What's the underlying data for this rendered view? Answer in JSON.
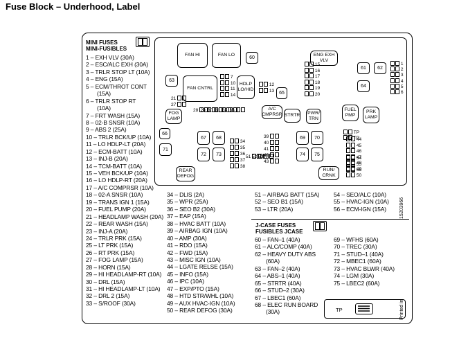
{
  "page_title": "Fuse Block – Underhood, Label",
  "headers": {
    "mini_en": "MINI FUSES",
    "mini_fr": "MINI-FUSIBLES",
    "jcase_en": "J-CASE FUSES",
    "jcase_fr": "FUSIBLES JCASE"
  },
  "list_col1": [
    "1 – EXH VLV (30A)",
    "2 – ESC/ALC EXH (30A)",
    "3 – TRLR STOP LT (10A)",
    "4 – ENG (15A)",
    "5 – ECM/THROT CONT",
    "(15A)",
    "6 – TRLR STOP RT",
    "(10A)",
    "7 – FRT WASH (15A)",
    "8 – 02-B SNSR (10A)",
    "9 – ABS 2 (25A)",
    "10 – TRLR BCK/UP (10A)",
    "11 – LO HDLP-LT (20A)",
    "12 – ECM-BATT (10A)",
    "13 – INJ-B (20A)",
    "14 – TCM-BATT (10A)",
    "15 – VEH BCK/UP (10A)",
    "16 – LO HDLP-RT (20A)",
    "17 – A/C COMPRSR (10A)",
    "18 – 02-A SNSR (10A)",
    "19 – TRANS IGN 1 (15A)",
    "20 – FUEL PUMP (20A)",
    "21 – HEADLAMP WASH (20A)",
    "22 – REAR WASH (15A)",
    "23 – INJ-A (20A)",
    "24 – TRLR PRK (15A)",
    "25 – LT PRK (15A)",
    "26 – RT PRK (15A)",
    "27 – FOG LAMP (15A)",
    "28 – HORN (15A)",
    "29 – HI HEADLAMP-RT (10A)",
    "30 – DRL (15A)",
    "31 – HI HEADLAMP-LT (10A)",
    "32 – DRL 2 (15A)",
    "33 – S/ROOF (30A)"
  ],
  "list_col2": [
    "34 – DLIS (2A)",
    "35 – WPR (25A)",
    "36 – SEO B2 (30A)",
    "37 – EAP (15A)",
    "38 – HVAC BATT (10A)",
    "39 – AIRBAG IGN (10A)",
    "40 – AMP (30A)",
    "41 – RDO (15A)",
    "42 – FWD (15A)",
    "43 – MISC IGN (10A)",
    "44 – LGATE RELSE (15A)",
    "45 – INFO (15A)",
    "46 – IPC (10A)",
    "47 – EXP/PTO (15A)",
    "48 – HTD STR/WHL (10A)",
    "49 – AUX HVAC-IGN (10A)",
    "50 – REAR DEFOG (30A)"
  ],
  "list_col3": [
    "51 – AIRBAG BATT (15A)",
    "52 – SEO B1 (15A)",
    "53 – LTR (20A)"
  ],
  "list_col4": [
    "54 – SEO/ALC (10A)",
    "55 – HVAC-IGN (10A)",
    "56 – ECM-IGN (15A)"
  ],
  "jcase_col1": [
    "60 – FAN–1 (40A)",
    "61 – ALC/COMP (40A)",
    "62 – HEAVY DUTY ABS",
    "(60A)",
    "63 – FAN–2 (40A)",
    "64 – ABS–1 (40A)",
    "65 – STRTR (40A)",
    "66 – STUD–2 (30A)",
    "67 – LBEC1 (60A)",
    "68 – ELEC RUN BOARD",
    "(30A)"
  ],
  "jcase_col2": [
    "69 – WFHS (60A)",
    "70 – TREC (30A)",
    "71 – STUD–1 (40A)",
    "72 – MBEC1 (60A)",
    "73 – HVAC BLWR (40A)",
    "74 – LGM (30A)",
    "75 – LBEC2 (60A)"
  ],
  "diagram": {
    "relays": {
      "fan_hi": "FAN HI",
      "fan_lo": "FAN LO",
      "fan_cntrl": "FAN CNTRL",
      "hdlp_lo_hid": "HDLP\nLO/HID",
      "eng_exh_vlv": "ENG EXH\nVLV",
      "fog_lamp": "FOG\nLAMP",
      "ac_cmprsr": "A/C\nCMPRSR",
      "strtr": "STRTR",
      "pwr_trn": "PWR/\nTRN",
      "fuel_pmp": "FUEL\nPMP",
      "prk_lamp": "PRK\nLAMP",
      "rear_defog": "REAR\nDEFOG",
      "run_crnk": "RUN/\nCRNK"
    },
    "big_fuses": [
      "60",
      "61",
      "62",
      "63",
      "64",
      "65",
      "66",
      "67",
      "68",
      "69",
      "70",
      "71",
      "72",
      "73",
      "74",
      "75"
    ],
    "mini": {
      "s1": [
        "1",
        "2",
        "3",
        "4",
        "5",
        "6"
      ],
      "s7": [
        "7",
        "10",
        "11",
        "14"
      ],
      "s12": [
        "12",
        "13"
      ],
      "s15": [
        "15",
        "16",
        "17",
        "18",
        "19",
        "20"
      ],
      "s21": [
        "21",
        "27"
      ],
      "s28": [
        "28",
        "29",
        "30",
        "31",
        "32",
        "33"
      ],
      "s34": [
        "34",
        "35",
        "36",
        "37",
        "38"
      ],
      "s39": [
        "39",
        "40",
        "41",
        "42",
        "43"
      ],
      "s44": [
        "44",
        "45",
        "46",
        "47",
        "48",
        "49",
        "50"
      ],
      "s51": [
        "51",
        "52",
        "53"
      ],
      "s54": [
        "54",
        "55",
        "56"
      ],
      "tp": [
        "TP",
        "TP"
      ]
    }
  },
  "tp_label": "TP",
  "part_number": "15203966",
  "printed_in": "Printed in"
}
